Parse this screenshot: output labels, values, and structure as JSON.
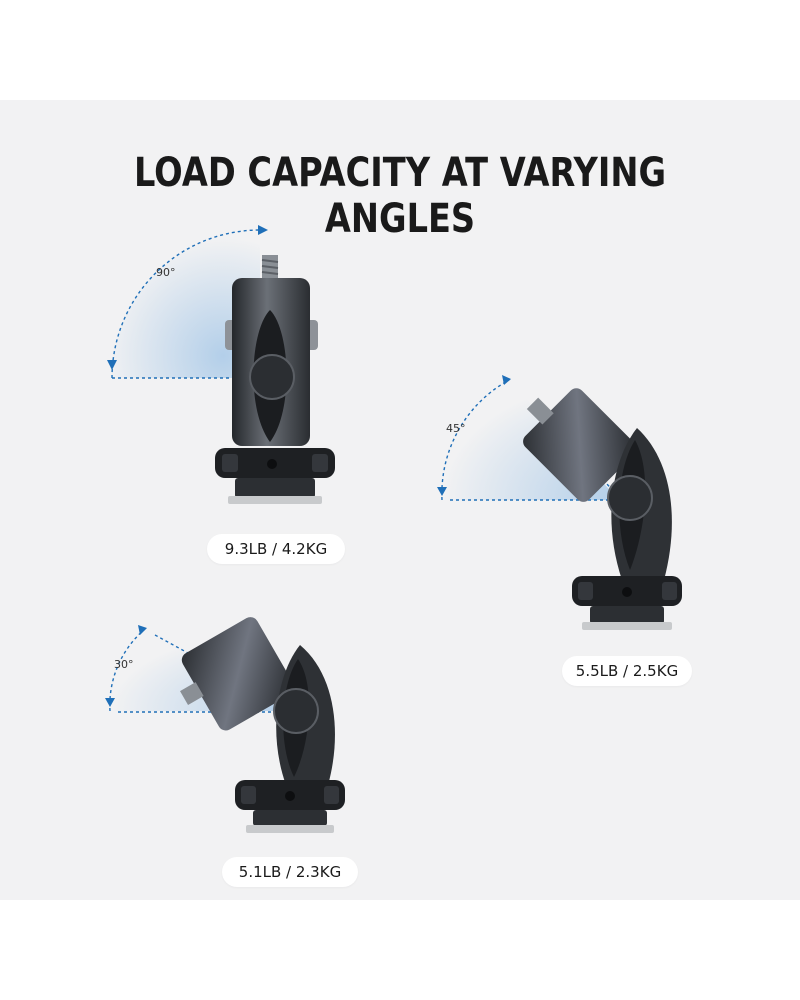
{
  "title": "LOAD CAPACITY AT VARYING ANGLES",
  "mounts": [
    {
      "angle": "90°",
      "capacity": "9.3LB / 4.2KG",
      "icon": "camera-mount-upright"
    },
    {
      "angle": "45°",
      "capacity": "5.5LB / 2.5KG",
      "icon": "camera-mount-tilted-45"
    },
    {
      "angle": "30°",
      "capacity": "5.1LB / 2.3KG",
      "icon": "camera-mount-tilted-30"
    }
  ],
  "colors": {
    "background": "#f2f2f3",
    "accent": "#1f6fb8",
    "metal": "#3a3d42",
    "text": "#1a1a1a"
  }
}
